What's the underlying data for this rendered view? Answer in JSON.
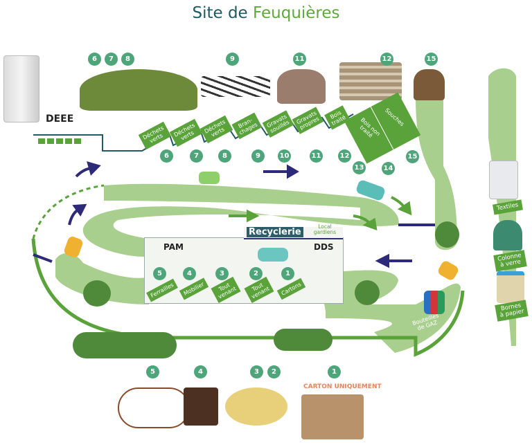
{
  "title": {
    "part1": "Site de",
    "part2": "Feuquières"
  },
  "colors": {
    "road": "#a9cf8e",
    "accent": "#5aa23a",
    "badge": "#4ea57a",
    "arrow": "#2e2a7a",
    "title_dark": "#1f5a64",
    "carton": "#e8845a"
  },
  "top_numbers": [
    "6",
    "7",
    "8",
    "9",
    "11",
    "12",
    "15"
  ],
  "deee": {
    "label": "DEEE"
  },
  "quay": [
    {
      "num": "6",
      "label": "Déchets\nverts"
    },
    {
      "num": "7",
      "label": "Déchets\nverts"
    },
    {
      "num": "8",
      "label": "Déchets\nverts"
    },
    {
      "num": "9",
      "label": "Bran-\nchages"
    },
    {
      "num": "10",
      "label": "Gravats\nsouillés"
    },
    {
      "num": "11",
      "label": "Gravats\npropres"
    },
    {
      "num": "12",
      "label": "Bois\ntraité"
    },
    {
      "num": "13",
      "label": "Bois non\ntraité"
    },
    {
      "num": "14",
      "label": "Souches"
    },
    {
      "num": "15",
      "label": ""
    }
  ],
  "recyclerie": {
    "label": "Recyclerie",
    "local": "Local\ngardiens",
    "pam": "PAM",
    "dds": "DDS"
  },
  "lower_quay": [
    {
      "num": "5",
      "label": "Ferrailles"
    },
    {
      "num": "4",
      "label": "Mobilier"
    },
    {
      "num": "3",
      "label": "Tout\nvenant"
    },
    {
      "num": "2",
      "label": "Tout\nvenant"
    },
    {
      "num": "1",
      "label": "Cartons"
    }
  ],
  "right_column": [
    {
      "label": "Textiles"
    },
    {
      "label": "Colonne\nà verre"
    },
    {
      "label": "Bornes\nà papier"
    }
  ],
  "gas": {
    "label": "Bouteilles\nde GAZ"
  },
  "bottom_numbers": [
    "5",
    "4",
    "3",
    "2",
    "1"
  ],
  "carton_note": "CARTON UNIQUEMENT"
}
